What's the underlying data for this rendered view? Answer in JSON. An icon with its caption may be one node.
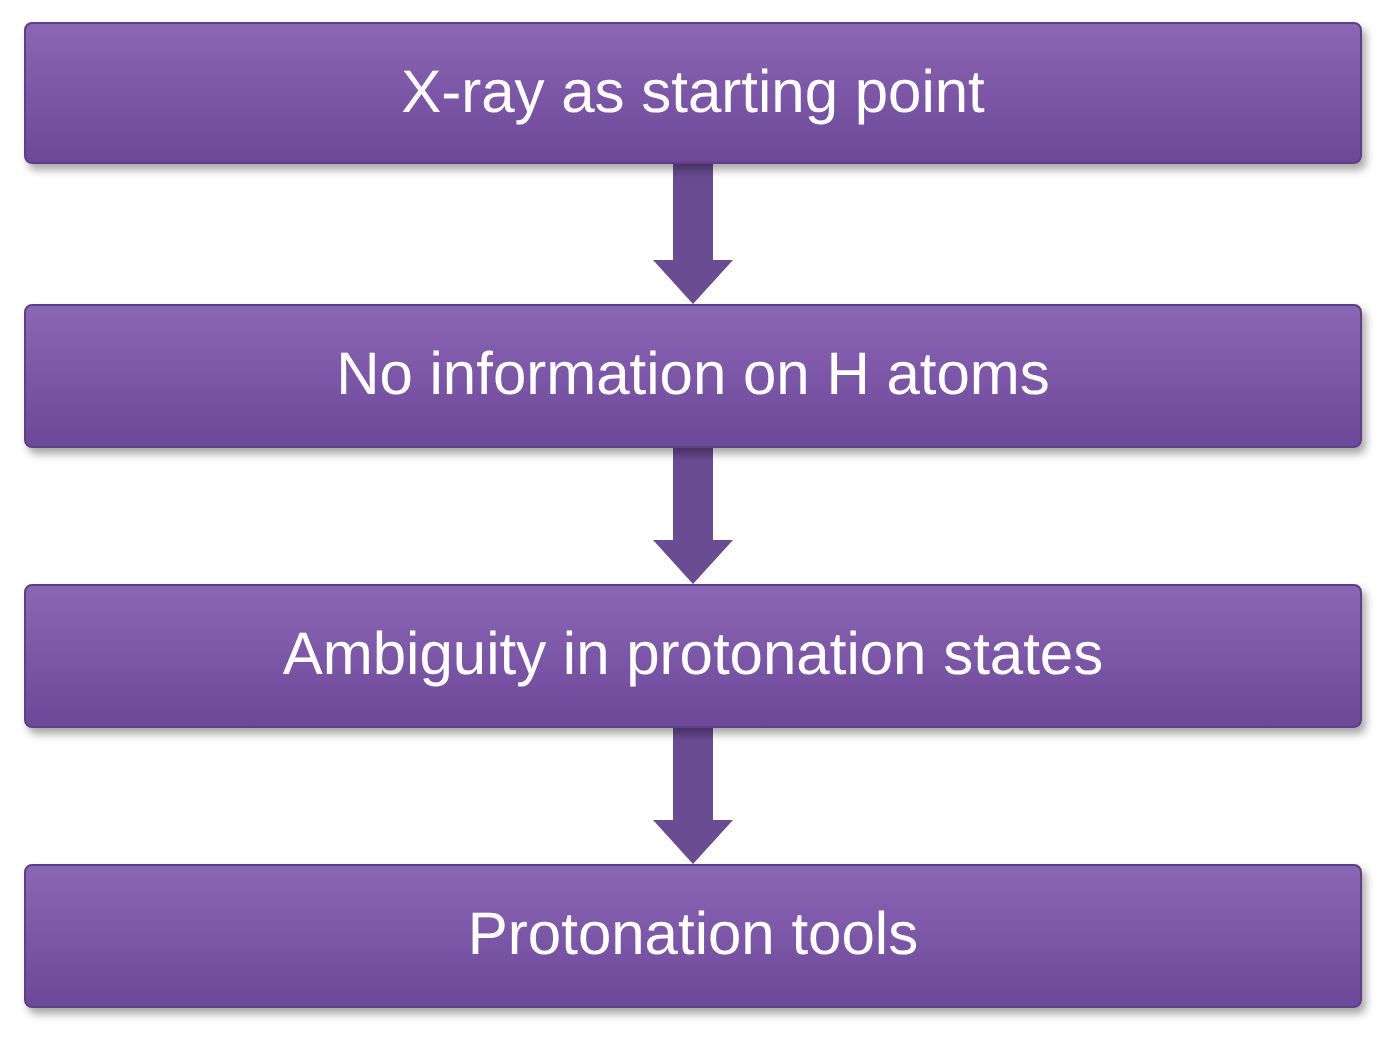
{
  "diagram": {
    "nodes": [
      {
        "text": [
          "X-ray as starting point"
        ]
      },
      {
        "text": [
          "No information on H atoms"
        ]
      },
      {
        "text": [
          "Ambiguity in protonation states"
        ]
      },
      {
        "text": [
          "Protonation tools"
        ]
      }
    ],
    "edges": [
      {
        "from": 0,
        "to": 1,
        "arrow": "to"
      },
      {
        "from": 1,
        "to": 2,
        "arrow": "to"
      },
      {
        "from": 2,
        "to": 3,
        "arrow": "to"
      }
    ]
  }
}
